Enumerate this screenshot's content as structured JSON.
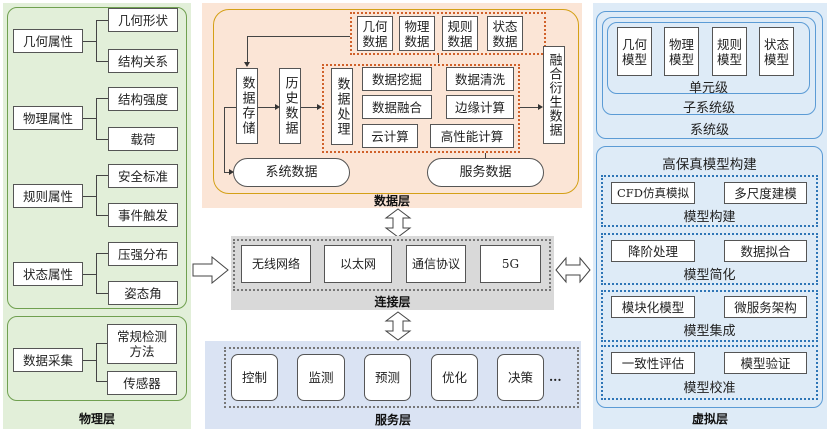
{
  "physical_layer": {
    "title": "物理层",
    "attributes": [
      {
        "label": "几何属性",
        "children": [
          "几何形状",
          "结构关系"
        ]
      },
      {
        "label": "物理属性",
        "children": [
          "结构强度",
          "载荷"
        ]
      },
      {
        "label": "规则属性",
        "children": [
          "安全标准",
          "事件触发"
        ]
      },
      {
        "label": "状态属性",
        "children": [
          "压强分布",
          "姿态角"
        ]
      }
    ],
    "acquisition": {
      "label": "数据采集",
      "children": [
        "常规检测方法",
        "传感器"
      ]
    }
  },
  "data_layer": {
    "title": "数据层",
    "sources": [
      "几何数据",
      "物理数据",
      "规则数据",
      "状态数据"
    ],
    "storage": "数据存储",
    "history": "历史数据",
    "processing_label": "数据处理",
    "processing_items": [
      "数据挖掘",
      "数据清洗",
      "数据融合",
      "边缘计算",
      "云计算",
      "高性能计算"
    ],
    "fusion": "融合衍生数据",
    "system_data": "系统数据",
    "service_data": "服务数据"
  },
  "connection_layer": {
    "title": "连接层",
    "items": [
      "无线网络",
      "以太网",
      "通信协议",
      "5G"
    ]
  },
  "service_layer": {
    "title": "服务层",
    "items": [
      "控制",
      "监测",
      "预测",
      "优化",
      "决策"
    ],
    "ellipsis": "..."
  },
  "virtual_layer": {
    "title": "虚拟层",
    "unit_models": [
      "几何模型",
      "物理模型",
      "规则模型",
      "状态模型"
    ],
    "unit_level": "单元级",
    "subsystem_level": "子系统级",
    "system_level": "系统级",
    "hifi_title": "高保真模型构建",
    "groups": [
      {
        "items": [
          "CFD仿真模拟",
          "多尺度建模"
        ],
        "caption": "模型构建"
      },
      {
        "items": [
          "降阶处理",
          "数据拟合"
        ],
        "caption": "模型简化"
      },
      {
        "items": [
          "模块化模型",
          "微服务架构"
        ],
        "caption": "模型集成"
      },
      {
        "items": [
          "一致性评估",
          "模型验证"
        ],
        "caption": "模型校准"
      }
    ]
  },
  "colors": {
    "physical_bg": "#e2efd9",
    "data_bg": "#fbe5d6",
    "connection_bg": "#d9d9d9",
    "service_bg": "#dae3f3",
    "virtual_bg": "#deebf7"
  }
}
